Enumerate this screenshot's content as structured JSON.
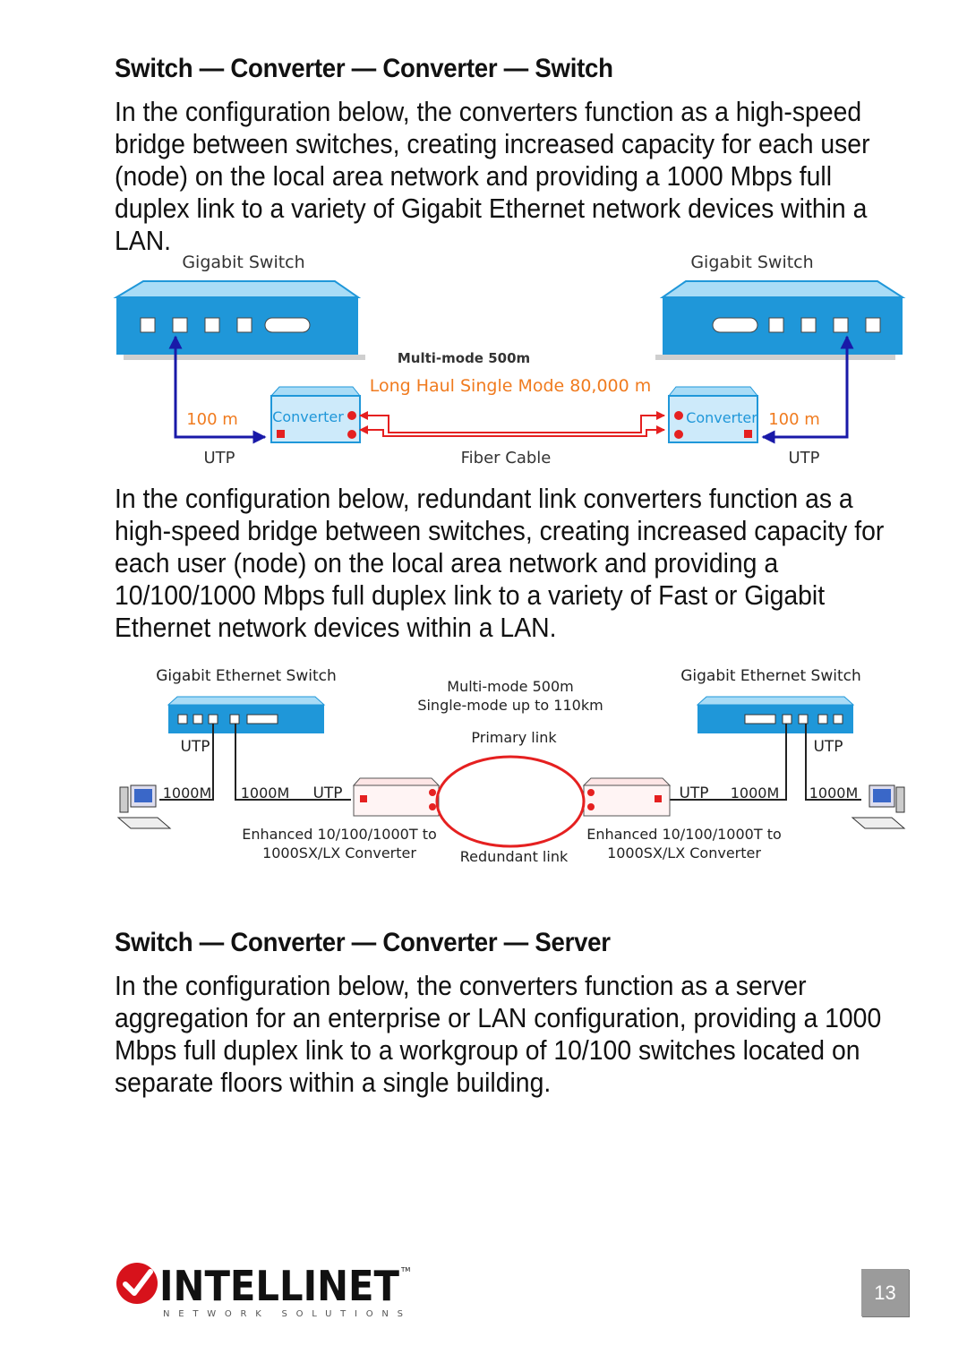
{
  "section1": {
    "heading": "Switch — Converter — Converter — Switch",
    "paragraph": "In the configuration below, the converters function as a high-speed bridge between switches, creating increased capacity for each user (node) on the local area network and providing a 1000 Mbps full duplex link to a variety of Gigabit Ethernet network devices within a LAN."
  },
  "diagram1": {
    "left_switch_label": "Gigabit Switch",
    "right_switch_label": "Gigabit Switch",
    "multimode_label": "Multi-mode 500m",
    "single_mode_label": "Long Haul Single Mode 80,000 m",
    "left_converter_label": "Converter",
    "right_converter_label": "Converter",
    "left_distance": "100 m",
    "right_distance": "100 m",
    "left_cable": "UTP",
    "center_cable": "Fiber Cable",
    "right_cable": "UTP"
  },
  "section1b": {
    "paragraph": "In the configuration below, redundant link converters function as a high-speed bridge between switches, creating increased capacity for each user (node) on the local area network and providing a 10/100/1000 Mbps full duplex link to a variety of Fast or Gigabit Ethernet network devices within a LAN."
  },
  "diagram2": {
    "left_switch_label": "Gigabit Ethernet Switch",
    "right_switch_label": "Gigabit Ethernet Switch",
    "multimode_label": "Multi-mode 500m",
    "single_mode_label": "Single-mode up to 110km",
    "primary_link": "Primary link",
    "redundant_link": "Redundant link",
    "utp": "UTP",
    "speed_1000m": "1000M",
    "converter_line1": "Enhanced 10/100/1000T to",
    "converter_line2": "1000SX/LX Converter"
  },
  "section2": {
    "heading": "Switch — Converter — Converter — Server",
    "paragraph": "In the configuration below, the converters function as a server aggregation for an enterprise or LAN configuration, providing a 1000 Mbps full duplex link to a workgroup of 10/100 switches located on separate floors within a single building."
  },
  "footer": {
    "brand": "INTELLINET",
    "tagline": "NETWORK SOLUTIONS",
    "trademark": "TM",
    "page_number": "13"
  },
  "colors": {
    "device_blue": "#1f97d9",
    "device_light": "#a9dcf6",
    "link_blue": "#1919a8",
    "fiber_red": "#e52020",
    "label_orange": "#f07b1f",
    "logo_red": "#d7121b"
  }
}
